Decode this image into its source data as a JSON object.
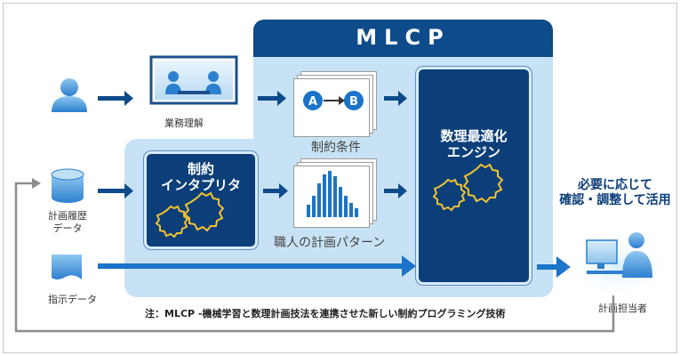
{
  "title": "MLCP",
  "left": {
    "business_understanding": "業務理解",
    "plan_history_data": "計画履歴\nデータ",
    "instruction_data": "指示データ"
  },
  "interpreter": {
    "label": "制約\nインタプリタ"
  },
  "outputs": {
    "constraints": "制約条件",
    "craftsman_patterns": "職人の計画パターン",
    "node_a": "A",
    "node_b": "B"
  },
  "engine": {
    "label": "数理最適化\nエンジン"
  },
  "right": {
    "note": "必要に応じて\n確認・調整して活用",
    "planner": "計画担当者"
  },
  "footnote": "注：MLCP -機械学習と数理計画技法を連携させた新しい制約プログラミング技術",
  "colors": {
    "dark_blue": "#0c3f7a",
    "light_blue": "#c8e2f5",
    "arrow_blue": "#1a74c9",
    "gear_yellow": "#f2c230"
  }
}
